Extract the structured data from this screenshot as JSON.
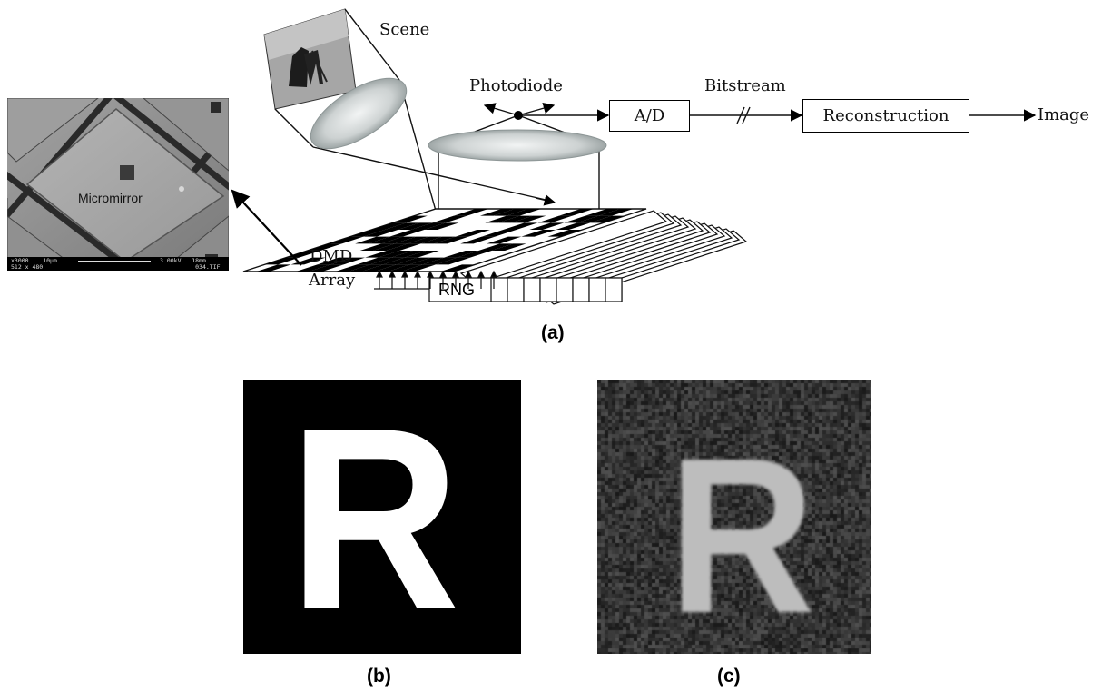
{
  "sem_image": {
    "label": "Micromirror",
    "info_left": "x3000    10μm\n512 x 480",
    "info_right": "3.00kV   18mm\n          034.TIF"
  },
  "diagram": {
    "scene_label": "Scene",
    "photodiode_label": "Photodiode",
    "ad_label": "A/D",
    "bitstream_label": "Bitstream",
    "reconstruction_label": "Reconstruction",
    "image_label": "Image",
    "dmd_label_line1": "DMD",
    "dmd_label_line2": "Array",
    "rng_label": "RNG"
  },
  "panels": {
    "a": "(a)",
    "b": "(b)",
    "c": "(c)"
  },
  "letter_b": "R",
  "letter_c": "R",
  "colors": {
    "sem_gray": "#8a8a8a",
    "lens_gray": "#c8cccc",
    "panel_c_bg": "#2d2d2d"
  }
}
